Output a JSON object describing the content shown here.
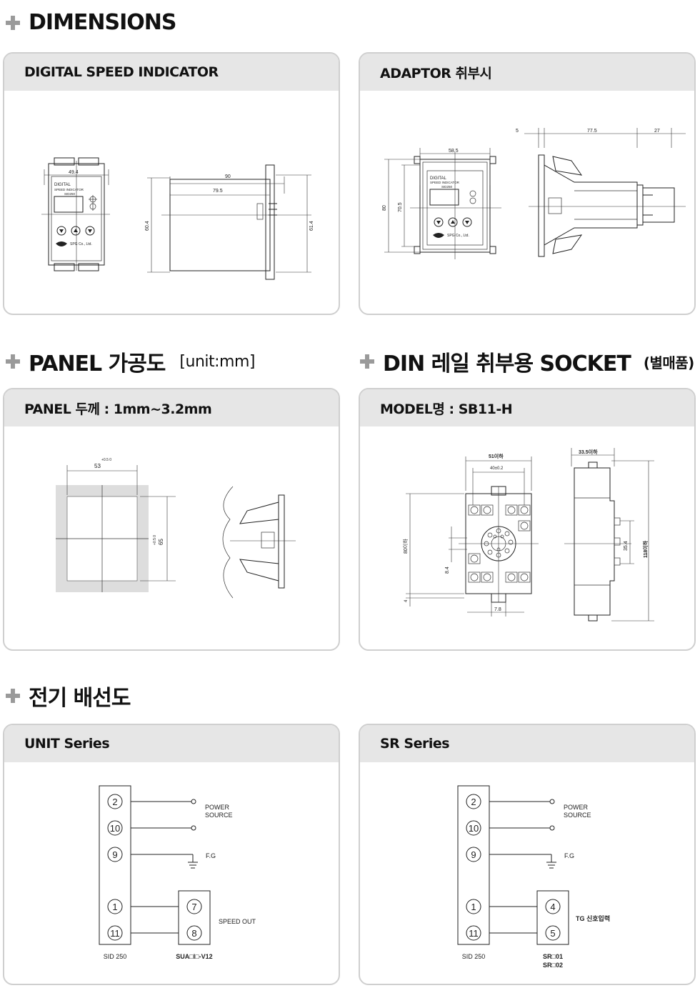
{
  "sections": {
    "dimensions": "DIMENSIONS",
    "panel": "PANEL 가공도",
    "panel_unit": "[unit:mm]",
    "socket": "DIN 레일 취부용 SOCKET",
    "socket_note": "(별매품)",
    "wiring": "전기 배선도"
  },
  "panels": {
    "indicator": {
      "title": "DIGITAL SPEED INDICATOR",
      "front_width": "49.4",
      "length_total": "90",
      "length_body": "79.5",
      "height_left": "60.4",
      "height_right": "61.4",
      "front_text": [
        "DIGITAL",
        "SPEED INDICATOR",
        "SID250"
      ],
      "company": "SPG Co., Ltd."
    },
    "adaptor": {
      "title": "ADAPTOR 취부시",
      "front_width": "58.5",
      "height_outer": "80",
      "height_inner": "70.5",
      "dim_5": "5",
      "dim_775": "77.5",
      "dim_27": "27",
      "front_text": [
        "DIGITAL",
        "SPEED INDICATOR",
        "SID250"
      ],
      "company": "SPG Co., Ltd."
    },
    "cutout": {
      "title": "PANEL 두께 : 1mm~3.2mm",
      "width": "53",
      "width_tol": "+0.5 0",
      "height": "65",
      "height_tol": "+0.5 0"
    },
    "socket": {
      "title": "MODEL명 : SB11-H",
      "w_max": "51이하",
      "w_pitch": "40±0.2",
      "h_max": "80이하",
      "d_max": "33.5이하",
      "h_118": "118이하",
      "d_35": "35.4",
      "d_84": "8.4",
      "d_78": "7.8",
      "d_4": "4"
    },
    "unit": {
      "title": "UNIT Series",
      "terms_left": [
        "2",
        "10",
        "9",
        "1",
        "11"
      ],
      "terms_right": [
        "7",
        "8"
      ],
      "power": [
        "POWER",
        "SOURCE"
      ],
      "fg": "F.G",
      "speed_out": "SPEED OUT",
      "left_label": "SID 250",
      "right_label": "SUA□I□-V12"
    },
    "sr": {
      "title": "SR Series",
      "terms_left": [
        "2",
        "10",
        "9",
        "1",
        "11"
      ],
      "terms_right": [
        "4",
        "5"
      ],
      "power": [
        "POWER",
        "SOURCE"
      ],
      "fg": "F.G",
      "tg": "TG 신호입력",
      "left_label": "SID 250",
      "right_label": [
        "SR□01",
        "SR□02"
      ]
    }
  }
}
